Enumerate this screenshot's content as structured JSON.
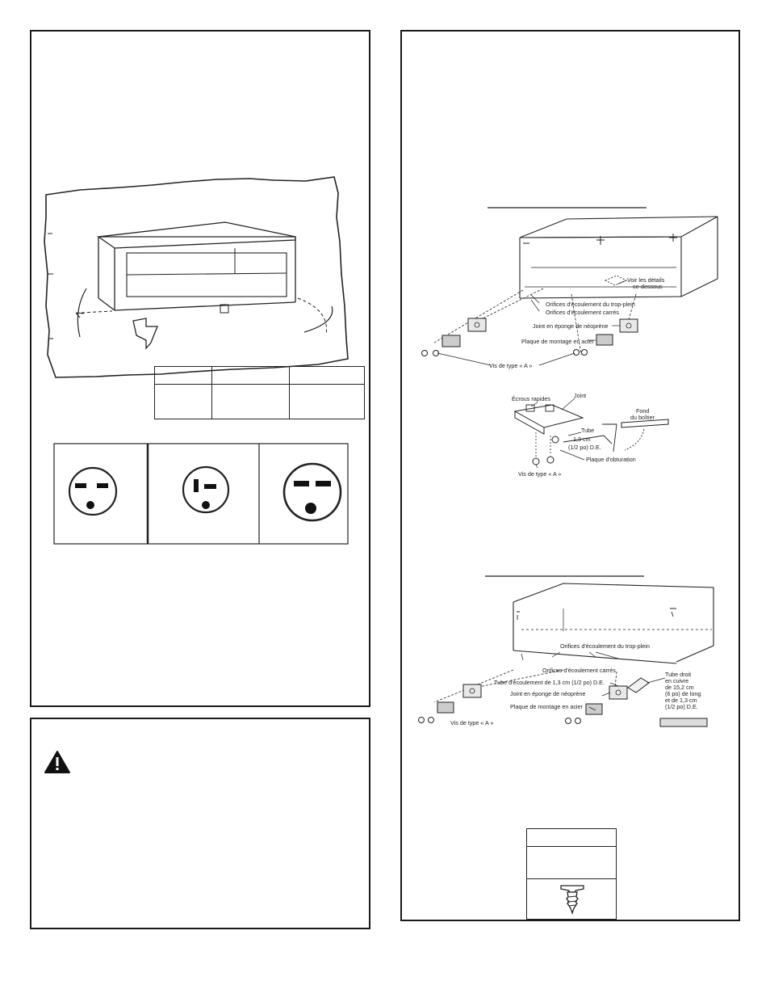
{
  "right_panel": {
    "top_diagram": {
      "callouts": {
        "details": [
          "Voir les détails",
          "ce-dessous"
        ],
        "overflow_holes": "Orifices d'écoulement du trop-plein",
        "square_holes": "Orifices d'écoulement carrés",
        "gasket": "Joint en éponge de néoprène",
        "mounting_plate": "Plaque de montage en acier",
        "screws": "Vis de type « A »"
      }
    },
    "detail_diagram": {
      "callouts": {
        "speed_nuts": "Écrous rapides",
        "joint": "Joint",
        "case_bottom": [
          "Fond",
          "du boîtier"
        ],
        "tube": "Tube",
        "tube_size": [
          "1,3 cm",
          "(1/2 po) D.E."
        ],
        "plug_plate": "Plaque d'obturation",
        "screws": "Vis de type « A »"
      }
    },
    "bottom_diagram": {
      "callouts": {
        "overflow_holes": "Orifices d'écoulement du trop-plein",
        "square_holes": "Orifices d'écoulement carrés",
        "drain_tube": "Tube d'écoulement de 1,3 cm (1/2 po) D.E.",
        "gasket": "Joint en éponge de néoprène",
        "mounting_plate": "Plaque de montage en acier",
        "screws": "Vis de type « A »",
        "copper_tube": [
          "Tube droit",
          "en cuivre",
          "de 15,2 cm",
          "(6 po) de long",
          "et de 1,3 cm",
          "(1/2 po) D.E."
        ]
      }
    }
  },
  "icons": {
    "warning": "warning-triangle-icon",
    "screw": "screw-icon"
  }
}
